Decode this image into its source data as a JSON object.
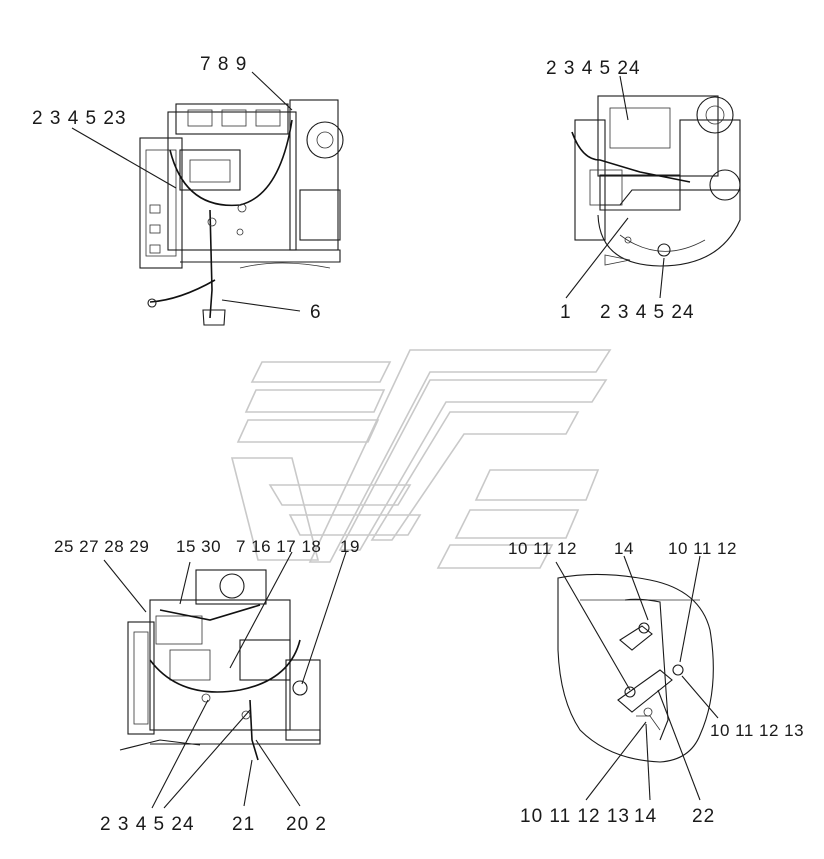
{
  "views": {
    "top_left": {
      "labels": {
        "top": "7 8 9",
        "left": "2 3 4 5 23",
        "bottom": "6"
      }
    },
    "top_right": {
      "labels": {
        "top": "2 3 4 5 24",
        "bottom_left": "1",
        "bottom_right": "2 3 4 5 24"
      }
    },
    "bottom_left": {
      "labels": {
        "top_a": "25 27 28 29",
        "top_b": "15 30",
        "top_c": "7 16 17 18",
        "top_d": "19",
        "bottom_a": "2 3 4 5 24",
        "bottom_b": "21",
        "bottom_c": "20 2"
      }
    },
    "bottom_right": {
      "labels": {
        "top_left": "10 11 12",
        "top_mid": "14",
        "top_right": "10 11 12",
        "right": "10 11 12 13",
        "bottom_left": "10 11 12 13",
        "bottom_mid": "14",
        "bottom_right": "22"
      }
    }
  }
}
